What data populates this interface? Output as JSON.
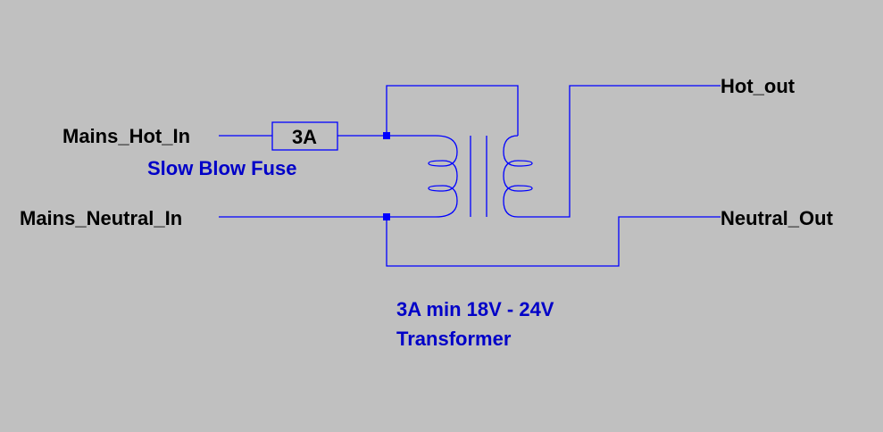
{
  "colors": {
    "background": "#c0c0c0",
    "wire": "#0000ff",
    "net_label": "#000000",
    "annotation": "#0000c8"
  },
  "labels": {
    "mains_hot_in": "Mains_Hot_In",
    "mains_neutral_in": "Mains_Neutral_In",
    "hot_out": "Hot_out",
    "neutral_out": "Neutral_Out"
  },
  "fuse": {
    "rating": "3A",
    "description": "Slow Blow Fuse"
  },
  "transformer": {
    "spec_line1": "3A min 18V - 24V",
    "spec_line2": "Transformer"
  }
}
